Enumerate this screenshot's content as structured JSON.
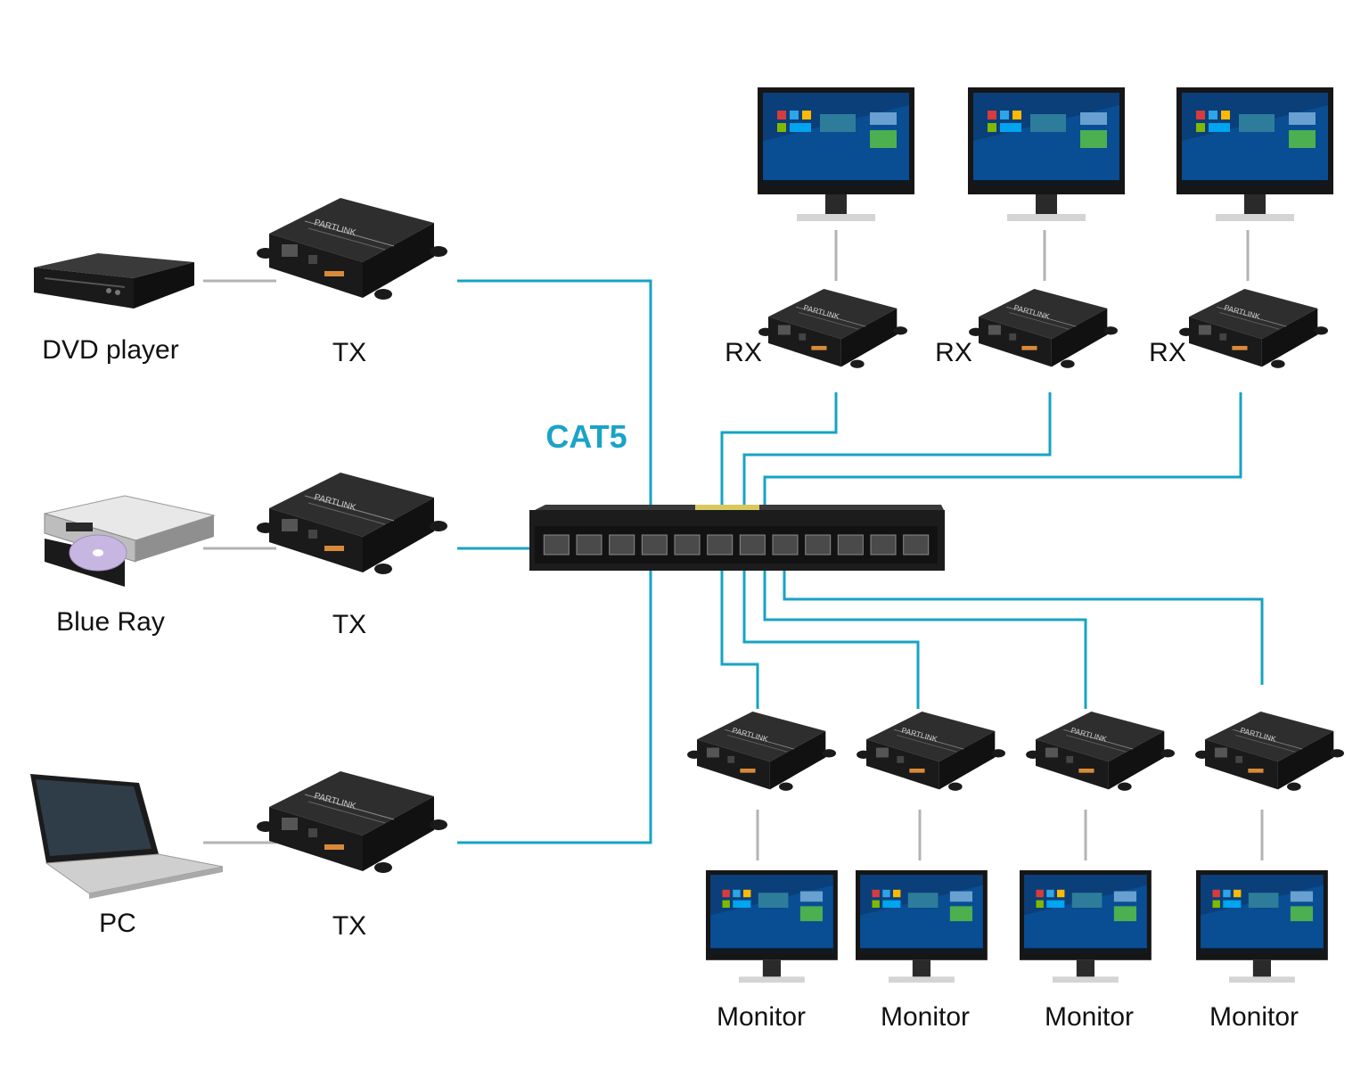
{
  "colors": {
    "cable": "#16a3c6",
    "grey_link": "#b3b3b3",
    "device_body": "#1f1f1f",
    "device_top": "#2c2c2c",
    "label_text": "#111111",
    "cat5_text": "#1aa3c8"
  },
  "cable_label": "CAT5",
  "sources": [
    {
      "label": "DVD player",
      "icon": "dvd-player-icon"
    },
    {
      "label": "Blue Ray",
      "icon": "bluray-player-icon"
    },
    {
      "label": "PC",
      "icon": "laptop-icon"
    }
  ],
  "transmitters": [
    {
      "label": "TX"
    },
    {
      "label": "TX"
    },
    {
      "label": "TX"
    }
  ],
  "receivers_top": [
    {
      "label": "RX"
    },
    {
      "label": "RX"
    },
    {
      "label": "RX"
    }
  ],
  "monitors_bottom": [
    {
      "label": "Monitor"
    },
    {
      "label": "Monitor"
    },
    {
      "label": "Monitor"
    },
    {
      "label": "Monitor"
    }
  ],
  "device_brand": "PARTLINK",
  "switch": {
    "ports": 12,
    "icon": "network-switch-icon"
  }
}
